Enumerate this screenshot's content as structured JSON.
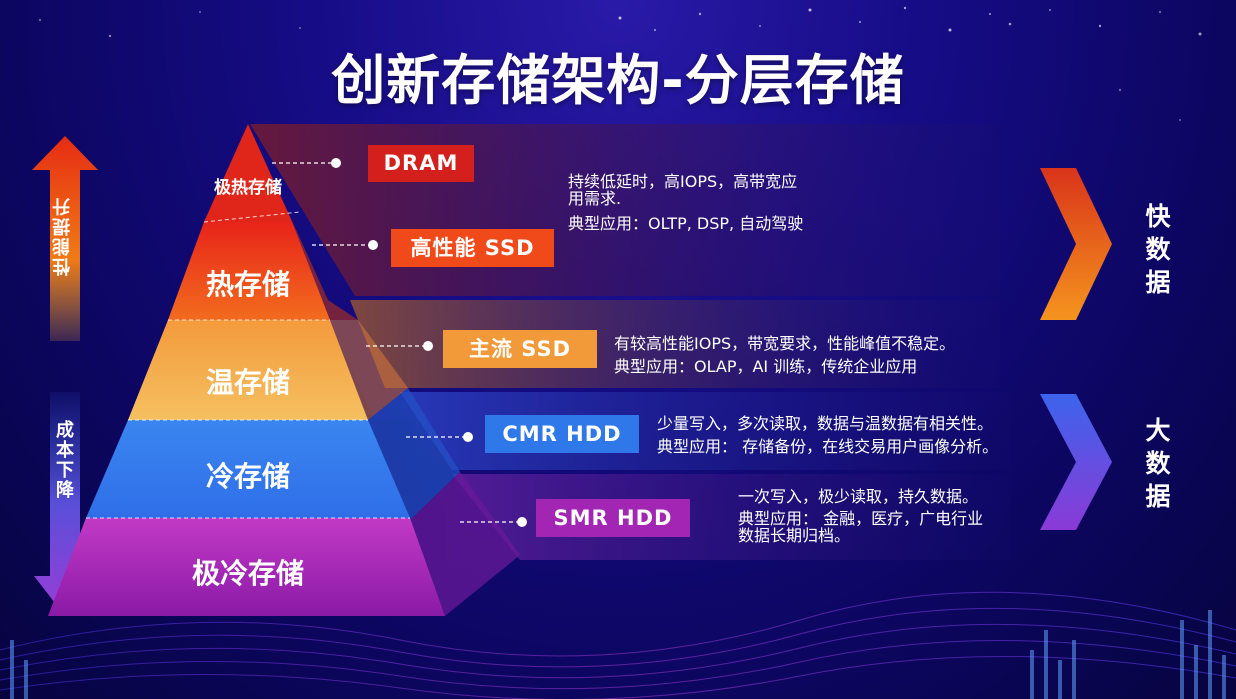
{
  "title": "创新存储架构-分层存储",
  "colors": {
    "dram": "#d4201c",
    "hp_ssd": "#f04a1a",
    "main_ssd": "#f29a3a",
    "cmr": "#2f78ea",
    "smr": "#a226b3"
  },
  "pyramid": {
    "tiers": [
      {
        "label": "极热存储"
      },
      {
        "label": "热存储"
      },
      {
        "label": "温存储"
      },
      {
        "label": "冷存储"
      },
      {
        "label": "极冷存储"
      }
    ]
  },
  "left_axis": {
    "up_label": "性能提升",
    "down_label": "成本下降"
  },
  "media": [
    {
      "label": "DRAM"
    },
    {
      "label": "高性能 SSD"
    },
    {
      "label": "主流 SSD"
    },
    {
      "label": "CMR HDD"
    },
    {
      "label": "SMR HDD"
    }
  ],
  "descriptions": {
    "hot": [
      "持续低延时，高IOPS，高带宽应",
      "用需求.",
      "典型应用：OLTP, DSP, 自动驾驶"
    ],
    "warm": [
      "有较高性能IOPS，带宽要求，性能峰值不稳定。",
      "典型应用：OLAP，AI 训练，传统企业应用"
    ],
    "cold": [
      "少量写入，多次读取，数据与温数据有相关性。",
      "典型应用： 存储备份，在线交易用户画像分析。"
    ],
    "frozen": [
      "一次写入，极少读取，持久数据。",
      "典型应用： 金融，医疗，广电行业",
      "数据长期归档。"
    ]
  },
  "right": {
    "fast_data": [
      "快",
      "数",
      "据"
    ],
    "big_data": [
      "大",
      "数",
      "据"
    ]
  }
}
